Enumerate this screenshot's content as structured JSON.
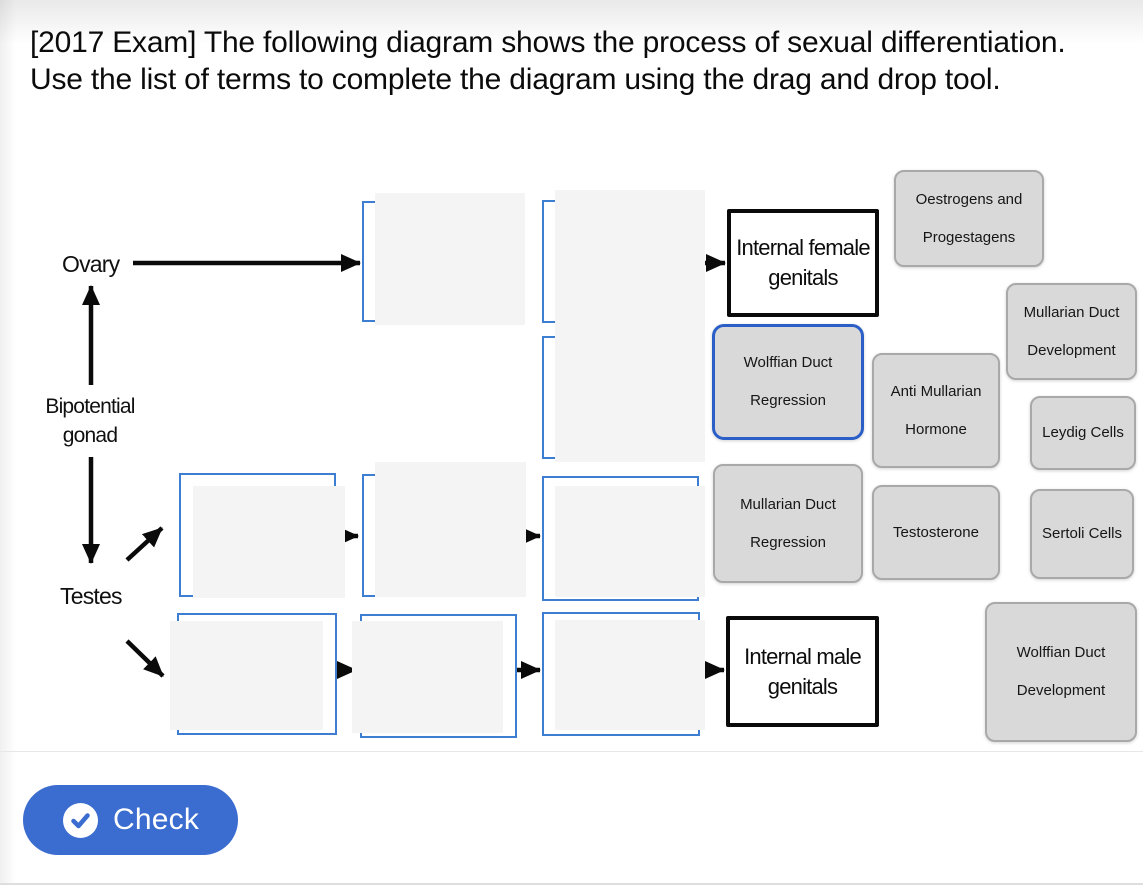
{
  "title": "[2017 Exam] The following diagram shows the process of sexual differentiation. Use the list of terms to complete the diagram using the drag and drop tool.",
  "colors": {
    "accent-blue": "#3b6ccf",
    "dropzone-blue": "#3d7dd2",
    "selected-border": "#2b5fc7",
    "chip-bg": "#d9d9d9",
    "chip-border": "#a9a9a9",
    "placeholder-bg": "#f4f4f5",
    "divider": "#e7e7e8"
  },
  "diagram": {
    "labels": {
      "ovary": "Ovary",
      "bipotential_gonad": "Bipotential gonad",
      "testes": "Testes"
    },
    "fixed_boxes": {
      "female": "Internal female genitals",
      "male": "Internal male genitals"
    },
    "drop_zone_count": 9
  },
  "terms": [
    {
      "label": "Oestrogens and Progestagens",
      "selected": false
    },
    {
      "label": "Mullarian Duct Development",
      "selected": false
    },
    {
      "label": "Wolffian Duct Regression",
      "selected": true
    },
    {
      "label": "Anti Mullarian Hormone",
      "selected": false
    },
    {
      "label": "Leydig Cells",
      "selected": false
    },
    {
      "label": "Mullarian Duct Regression",
      "selected": false
    },
    {
      "label": "Testosterone",
      "selected": false
    },
    {
      "label": "Sertoli Cells",
      "selected": false
    },
    {
      "label": "Wolffian Duct Development",
      "selected": false
    }
  ],
  "check_button": {
    "label": "Check"
  }
}
